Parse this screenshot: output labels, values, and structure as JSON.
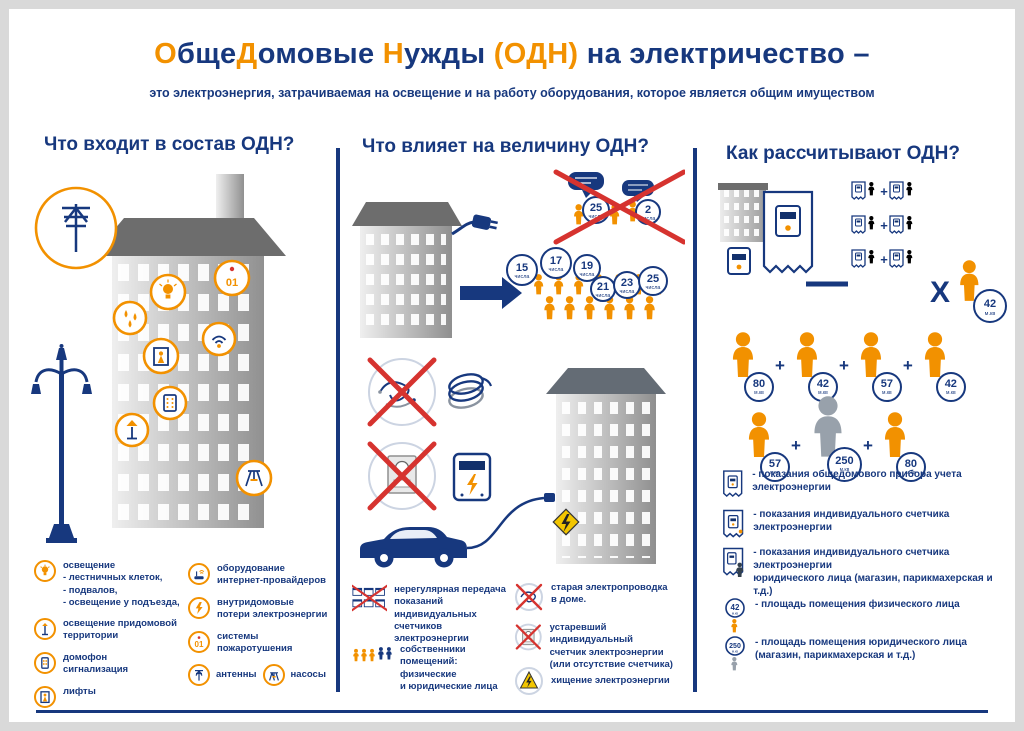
{
  "colors": {
    "primary": "#17387e",
    "accent": "#f29100",
    "alert": "#d6332f",
    "warning": "#f2c500"
  },
  "header": {
    "title_parts": [
      {
        "t": "О",
        "accent": true
      },
      {
        "t": "бще",
        "accent": false
      },
      {
        "t": "Д",
        "accent": true
      },
      {
        "t": "омовые ",
        "accent": false
      },
      {
        "t": "Н",
        "accent": true
      },
      {
        "t": "ужды ",
        "accent": false
      },
      {
        "t": "(ОДН)",
        "accent": true
      },
      {
        "t": " на электричество –",
        "accent": false
      }
    ],
    "subtitle": "это электроэнергия, затрачиваемая на освещение и на работу оборудования, которое является общим имуществом"
  },
  "col1": {
    "title": "Что входит в состав ОДН?",
    "fire_label": "01",
    "legend_left": [
      {
        "icon": "bulb-icon",
        "text": "освещение\n- лестничных клеток,\n- подвалов,\n- освещение у подъезда,"
      },
      {
        "icon": "street-lamp-icon",
        "text": "освещение придомовой\nтерритории"
      },
      {
        "icon": "intercom-icon",
        "text": "домофон\nсигнализация"
      },
      {
        "icon": "elevator-icon",
        "text": "лифты"
      }
    ],
    "legend_right": [
      {
        "icon": "router-icon",
        "text": "оборудование\nинтернет-провайдеров"
      },
      {
        "icon": "power-loss-icon",
        "text": "внутридомовые\nпотери электроэнергии"
      },
      {
        "icon": "fire-system-icon",
        "text": "системы пожаротушения"
      },
      {
        "icon": "antenna-icon",
        "text": "антенны"
      },
      {
        "icon": "pump-icon",
        "text": "насосы"
      }
    ]
  },
  "col2": {
    "title": "Что влияет на величину ОДН?",
    "dates": [
      {
        "num": "15",
        "label": "числа"
      },
      {
        "num": "17",
        "label": "числа"
      },
      {
        "num": "19",
        "label": "числа"
      },
      {
        "num": "21",
        "label": "числа"
      },
      {
        "num": "23",
        "label": "числа"
      },
      {
        "num": "25",
        "label": "числа"
      }
    ],
    "wrong_dates": [
      {
        "num": "25",
        "label": "числа"
      },
      {
        "num": "2",
        "label": "числа"
      }
    ],
    "legend": [
      {
        "icon": "crossed-calendar-icon",
        "text": "нерегулярная передача\nпоказаний индивидуальных\nсчетчиков электроэнергии"
      },
      {
        "icon": "owners-icon",
        "text": "собственники помещений:\nфизические\nи юридические лица"
      },
      {
        "icon": "old-wiring-icon",
        "text": "старая электропроводка\nв доме."
      },
      {
        "icon": "old-meter-icon",
        "text": "устаревший индивидуальный\nсчетчик электроэнергии\n(или отсутствие счетчика)"
      },
      {
        "icon": "energy-theft-icon",
        "text": "хищение электроэнергии"
      }
    ]
  },
  "col3": {
    "title": "Как рассчитывают ОДН?",
    "multiply_sign": "X",
    "plus_sign": "+",
    "multiplier": {
      "value": "42",
      "unit": "м.кв"
    },
    "row1": [
      {
        "value": "80",
        "unit": "м.кв"
      },
      {
        "value": "42",
        "unit": "м.кв"
      },
      {
        "value": "57",
        "unit": "м.кв"
      },
      {
        "value": "42",
        "unit": "м.кв"
      }
    ],
    "row2": [
      {
        "value": "57",
        "unit": "м.кв"
      },
      {
        "value": "250",
        "unit": "м.кв"
      },
      {
        "value": "80",
        "unit": "м.кв"
      }
    ],
    "legend": [
      {
        "icon": "house-meter-receipt-icon",
        "text": "- показания общедомового прибора учета электроэнергии"
      },
      {
        "icon": "individual-meter-icon",
        "text": "- показания индивидуального счетчика электроэнергии"
      },
      {
        "icon": "legal-entity-meter-icon",
        "text": "- показания индивидуального счетчика электроэнергии\nюридического лица (магазин, парикмахерская и т.д.)"
      },
      {
        "icon": "area-person-icon",
        "value": "42",
        "unit": "м.кв",
        "text": "- площадь помещения физического лица"
      },
      {
        "icon": "area-legal-icon",
        "value": "250",
        "unit": "м.кв",
        "text": "- площадь помещения юридического лица\n(магазин, парикмахерская и т.д.)"
      }
    ]
  }
}
